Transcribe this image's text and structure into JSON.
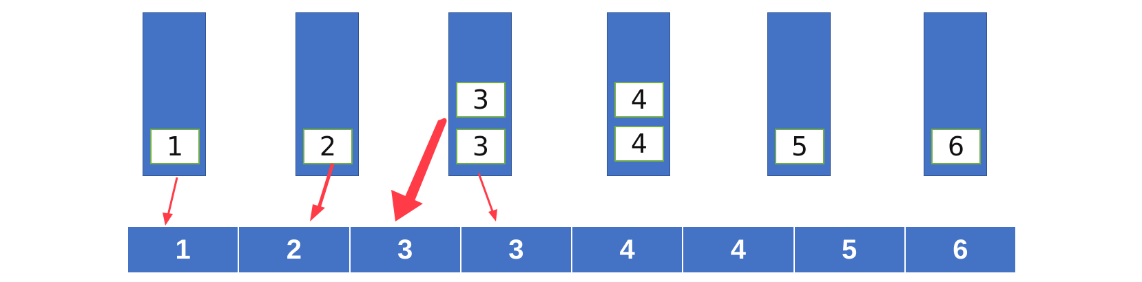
{
  "colors": {
    "bucket_fill": "#4472c4",
    "item_border": "#70ad47",
    "arrow": "#ff3b47",
    "cell_text": "#ffffff"
  },
  "buckets": [
    {
      "items": [
        "1"
      ]
    },
    {
      "items": [
        "2"
      ]
    },
    {
      "items": [
        "3",
        "3"
      ]
    },
    {
      "items": [
        "4",
        "4"
      ]
    },
    {
      "items": [
        "5"
      ]
    },
    {
      "items": [
        "6"
      ]
    }
  ],
  "output": [
    "1",
    "2",
    "3",
    "3",
    "4",
    "4",
    "5",
    "6"
  ]
}
